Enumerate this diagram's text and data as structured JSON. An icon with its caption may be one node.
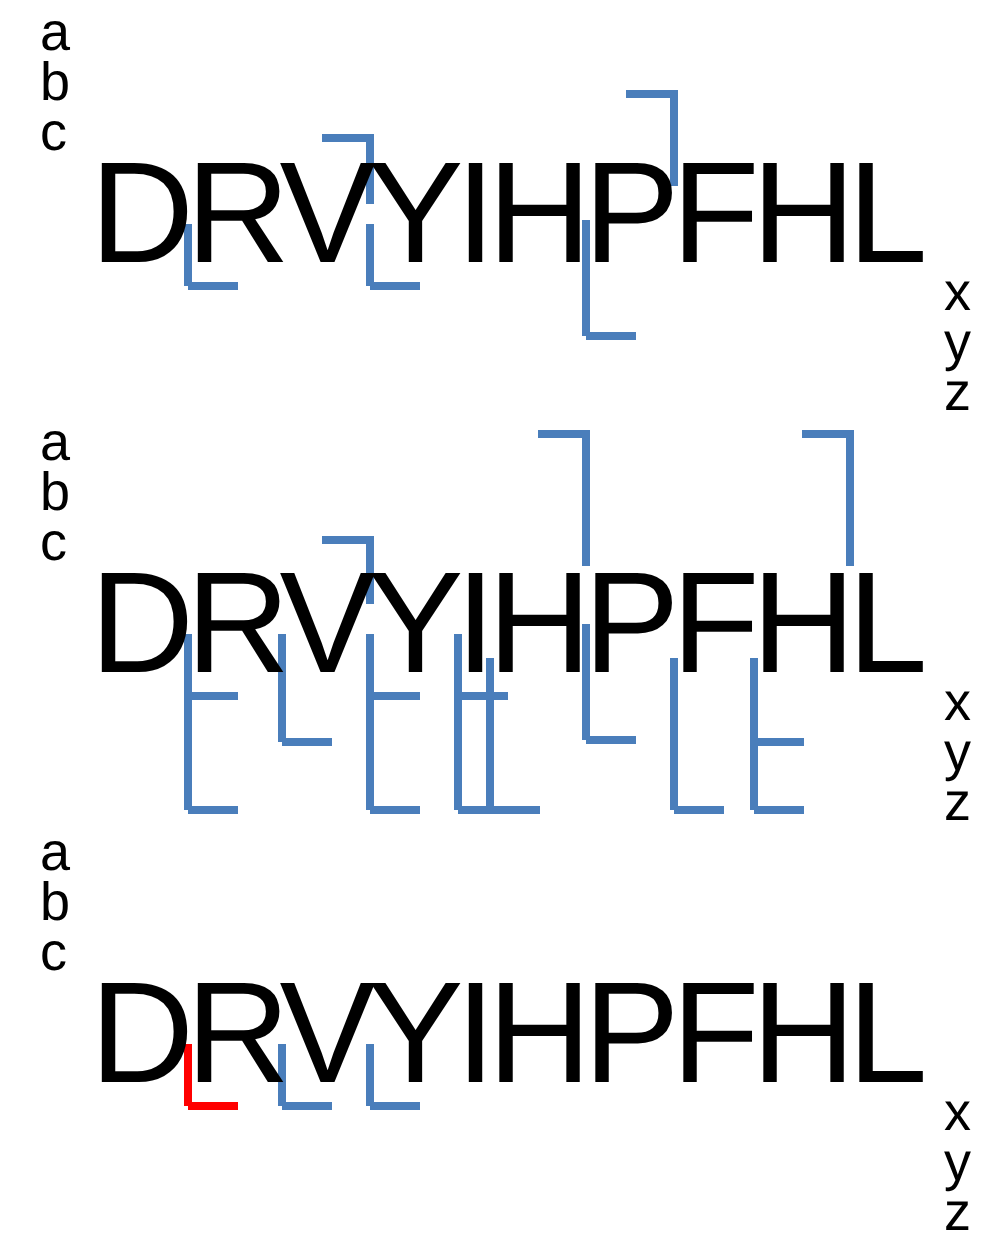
{
  "diagram": {
    "labels": [
      "a",
      "b",
      "c",
      "DRVYIHPFHL",
      "x",
      "y",
      "z",
      "a",
      "b",
      "c",
      "DRVYIHPFHL",
      "x",
      "y",
      "z",
      "a",
      "b",
      "c",
      "DRVYIHPFHL",
      "x",
      "y",
      "z"
    ]
  }
}
